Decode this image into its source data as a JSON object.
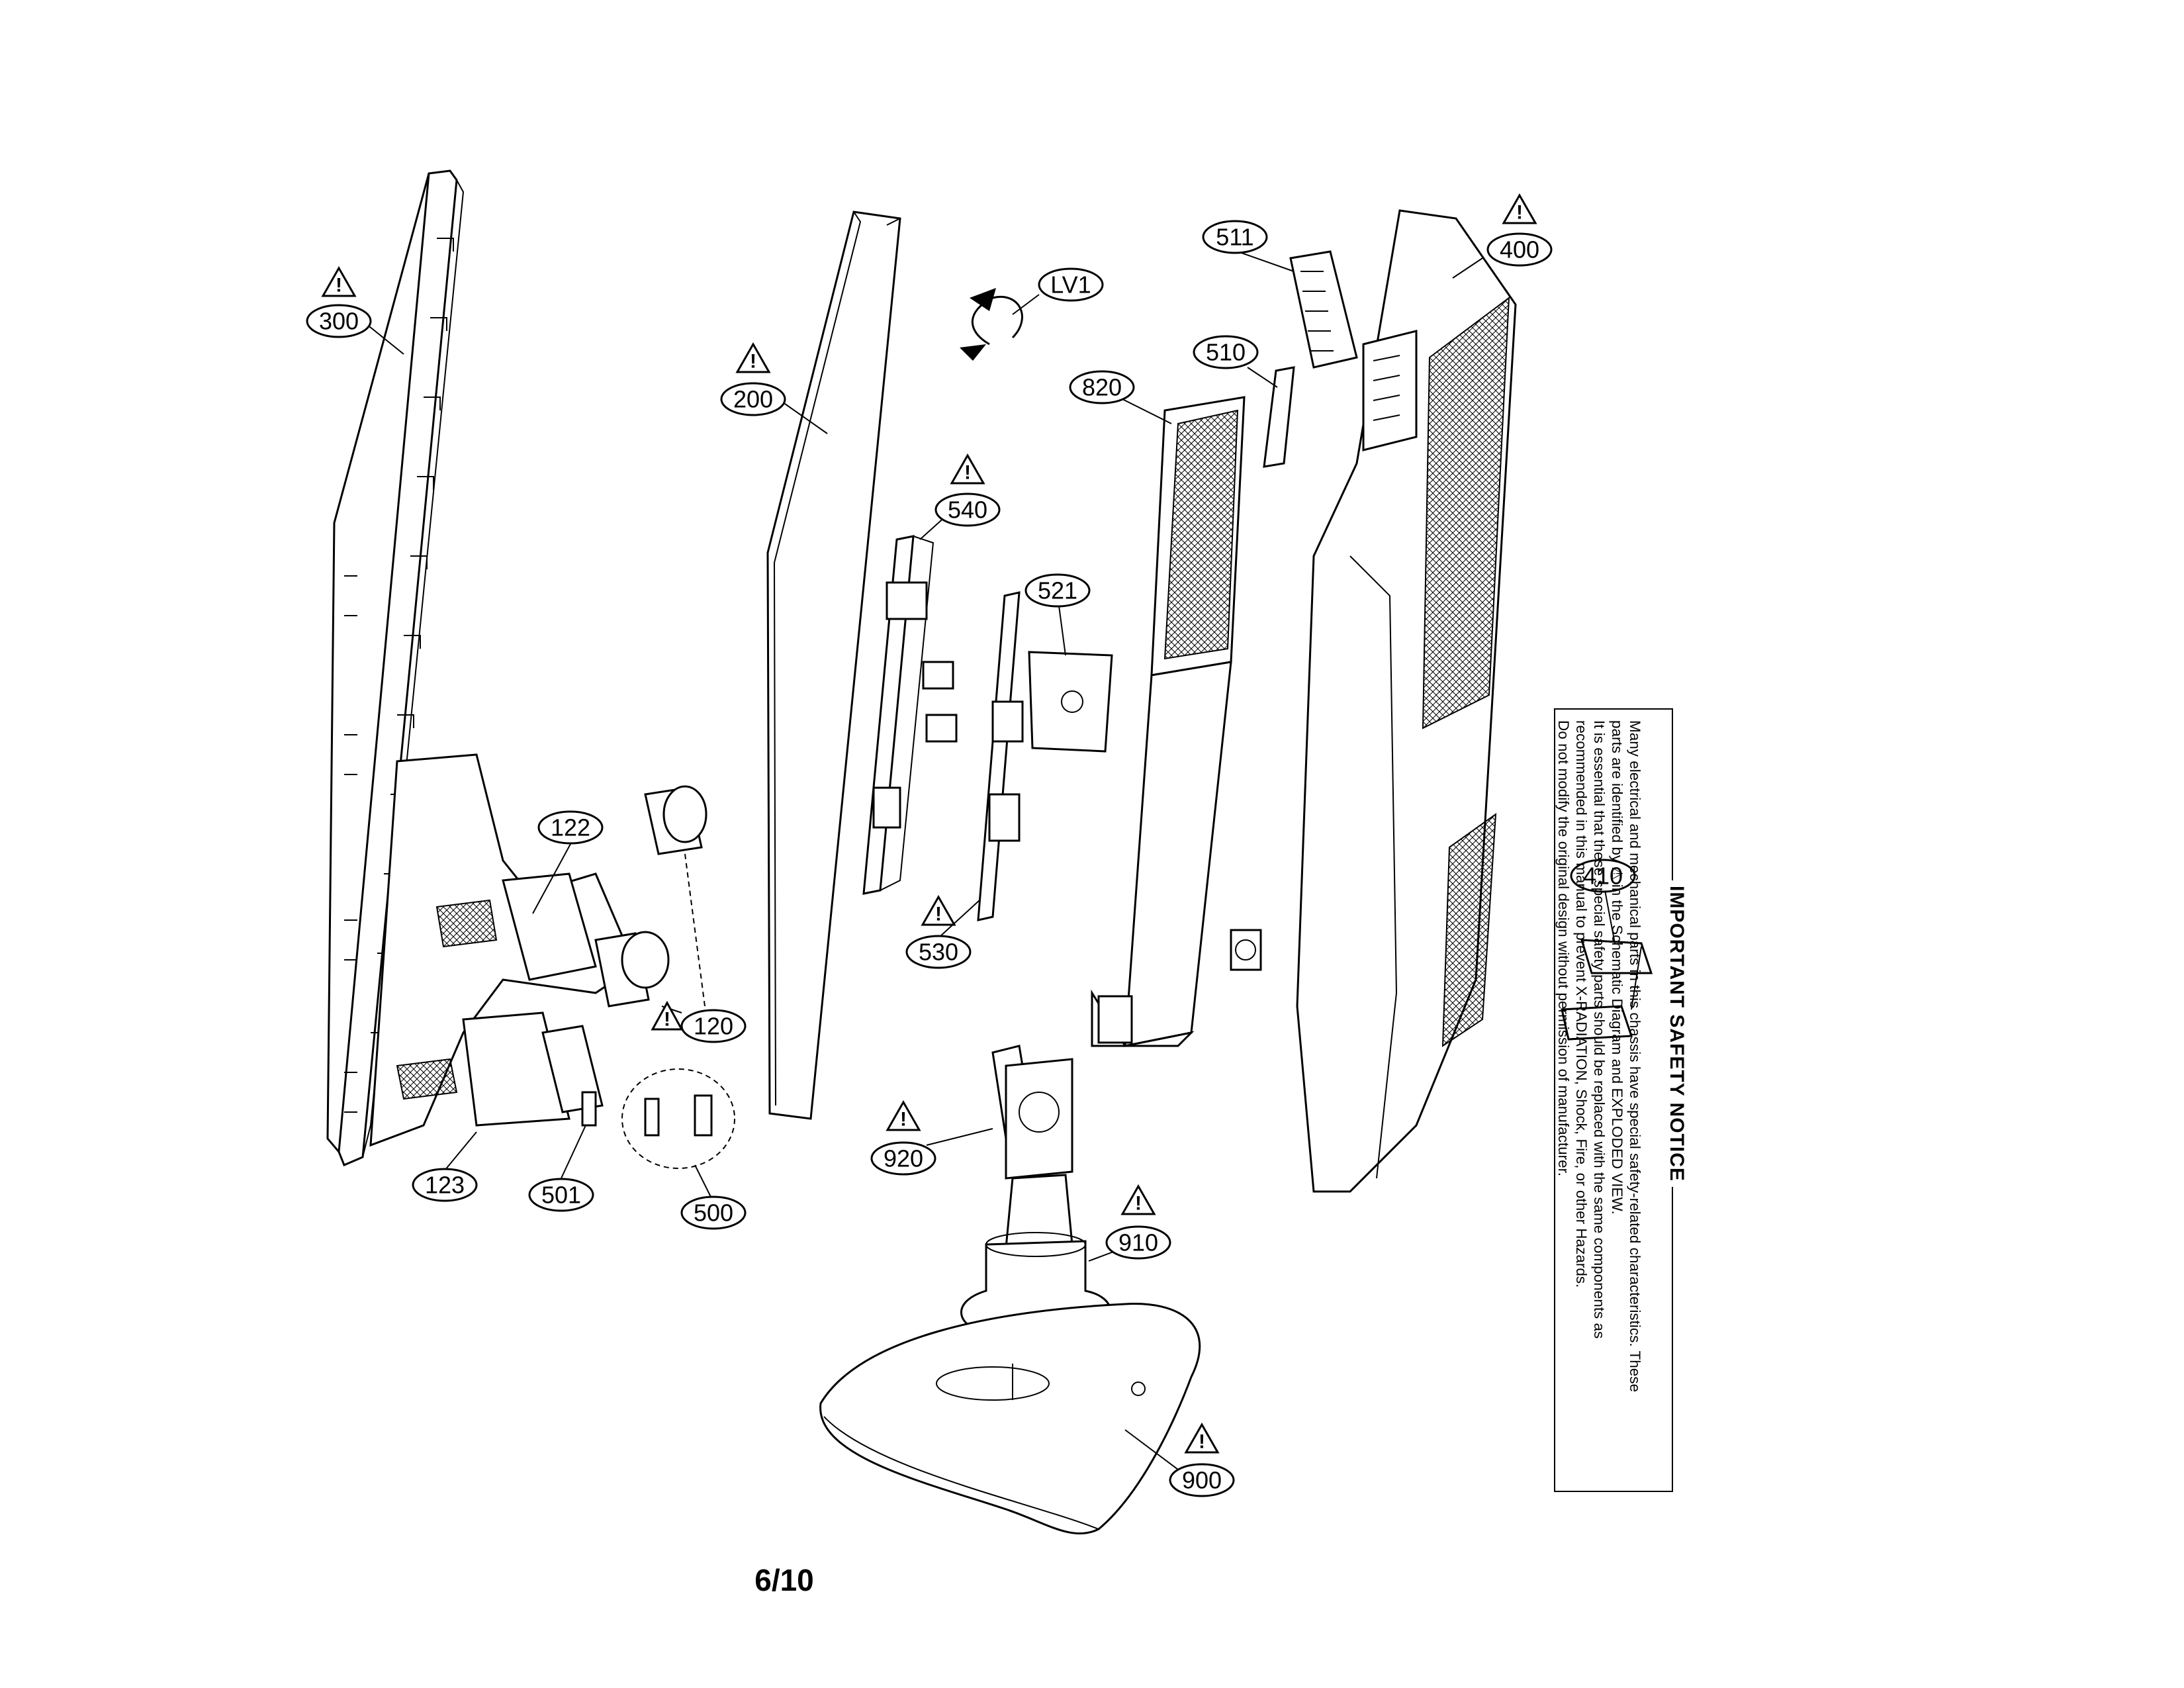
{
  "page_number": "6/10",
  "safety_notice": {
    "title": "IMPORTANT SAFETY NOTICE",
    "lines": [
      "Many electrical and mechanical parts in this chassis have special safety-related characteristics. These",
      "parts are identified by ⚠ in the Schematic Diagram and EXPLODED VIEW.",
      "It is essential that these special safety parts should be replaced with the same components as",
      "recommended in this manual to prevent X-RADIATION, Shock, Fire, or other Hazards.",
      "Do not modify the original design without permission of manufacturer."
    ]
  },
  "warning_symbol": "!",
  "part_labels": {
    "p300": "300",
    "p200": "200",
    "lv1": "LV1",
    "p511": "511",
    "p400": "400",
    "p510": "510",
    "p820": "820",
    "p540": "540",
    "p521": "521",
    "p122": "122",
    "p120": "120",
    "p123": "123",
    "p501": "501",
    "p500": "500",
    "p530": "530",
    "p410": "410",
    "p920": "920",
    "p910": "910",
    "p900": "900"
  }
}
